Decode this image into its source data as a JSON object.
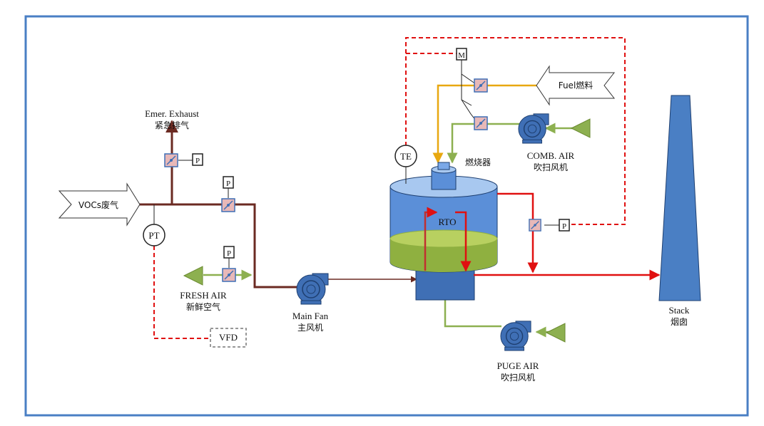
{
  "colors": {
    "frame": "#4a7fc4",
    "process": "#6b2a22",
    "hot": "#e01010",
    "fuel": "#e8a810",
    "air": "#8db050",
    "control": "#e01010",
    "equipment": "#3f6fb5",
    "rto_body": "#5b8fd8",
    "media": "#8fb040",
    "valve": "#e8b8b8"
  },
  "labels": {
    "emer_exhaust_en": "Emer. Exhaust",
    "emer_exhaust_cn": "紧急排气",
    "vocs_inlet": "VOCs废气",
    "fresh_air_en": "FRESH AIR",
    "fresh_air_cn": "新鲜空气",
    "vfd": "VFD",
    "pt": "PT",
    "p": "P",
    "main_fan_en": "Main Fan",
    "main_fan_cn": "主风机",
    "te": "TE",
    "burner": "燃烧器",
    "m": "M",
    "fuel": "Fuel燃料",
    "comb_air_en": "COMB. AIR",
    "comb_air_cn": "吹扫风机",
    "rto": "RTO",
    "puge_air_en": "PUGE AIR",
    "puge_air_cn": "吹扫风机",
    "stack_en": "Stack",
    "stack_cn": "烟囱"
  },
  "icons": {
    "valve": "butterfly-valve-icon",
    "fan": "centrifugal-fan-icon",
    "filter": "air-intake-filter-icon"
  }
}
